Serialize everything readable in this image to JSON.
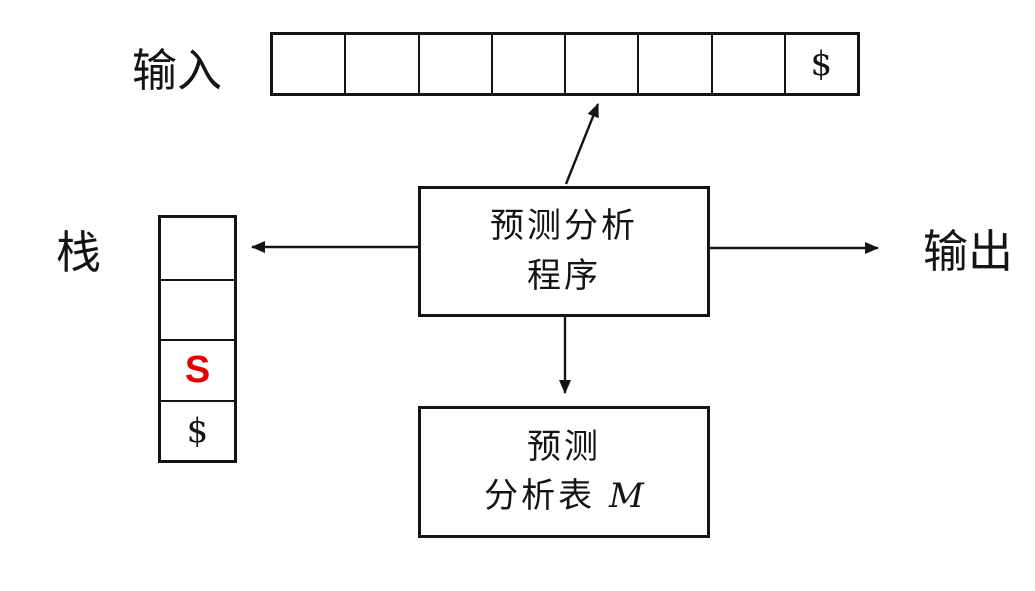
{
  "labels": {
    "input": "输入",
    "stack": "栈",
    "output": "输出"
  },
  "input_tape": {
    "cells": [
      "",
      "",
      "",
      "",
      "",
      "",
      "",
      "$"
    ]
  },
  "stack": {
    "cells": [
      "",
      "",
      "S",
      "$"
    ],
    "cell_colors": [
      "#141414",
      "#141414",
      "#e60000",
      "#141414"
    ]
  },
  "parser_box": {
    "line1": "预测分析",
    "line2": "程序"
  },
  "table_box": {
    "line1": "预测",
    "line2_text": "分析表 ",
    "line2_var": "M"
  },
  "colors": {
    "ink": "#141414",
    "highlight": "#e60000",
    "background": "#ffffff"
  }
}
